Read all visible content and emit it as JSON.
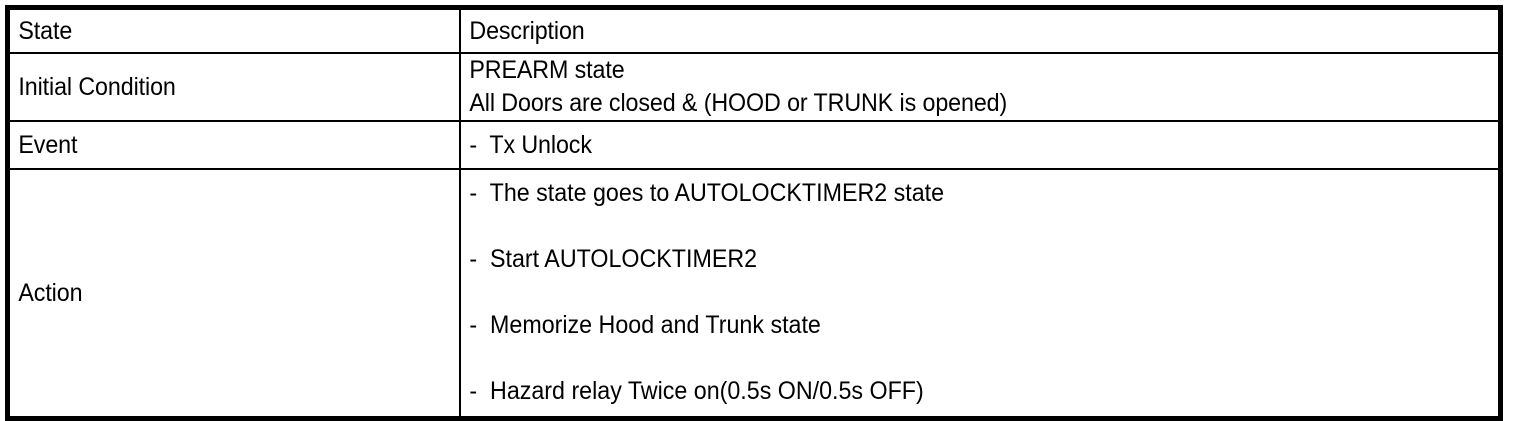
{
  "table": {
    "columns": [
      {
        "key": "state",
        "header": "State"
      },
      {
        "key": "description",
        "header": "Description"
      }
    ],
    "rows": [
      {
        "label": "Initial Condition",
        "description_lines": [
          "PREARM state",
          "All Doors are closed & (HOOD or TRUNK is opened)"
        ]
      },
      {
        "label": "Event",
        "description_lines": [
          "-  Tx Unlock"
        ]
      },
      {
        "label": "Action",
        "description_lines": [
          "-  The state goes to AUTOLOCKTIMER2 state",
          "-  Start AUTOLOCKTIMER2",
          "-  Memorize Hood and Trunk state",
          "-  Hazard relay Twice on(0.5s ON/0.5s OFF)"
        ]
      }
    ]
  },
  "style": {
    "border_color": "#000000",
    "text_color": "#000000",
    "background": "#ffffff"
  }
}
